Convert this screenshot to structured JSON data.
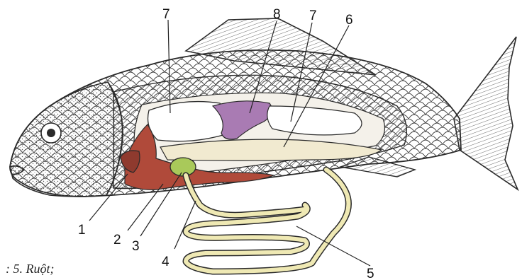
{
  "figure": {
    "labels": [
      "7",
      "8",
      "7",
      "6",
      "1",
      "2",
      "3",
      "4",
      "5"
    ],
    "caption": ": 5. Ruột;"
  },
  "colors": {
    "outline": "#2a2a2a",
    "body_fill": "#f4f1ea",
    "scale_line": "#3b3b3b",
    "liver": "#b04a3a",
    "gall_bladder": "#a9c95a",
    "intestine": "#efe9b4",
    "kidney": "#a97bb3",
    "swim_bladder": "#ffffff",
    "gonad": "#f1ead0"
  }
}
